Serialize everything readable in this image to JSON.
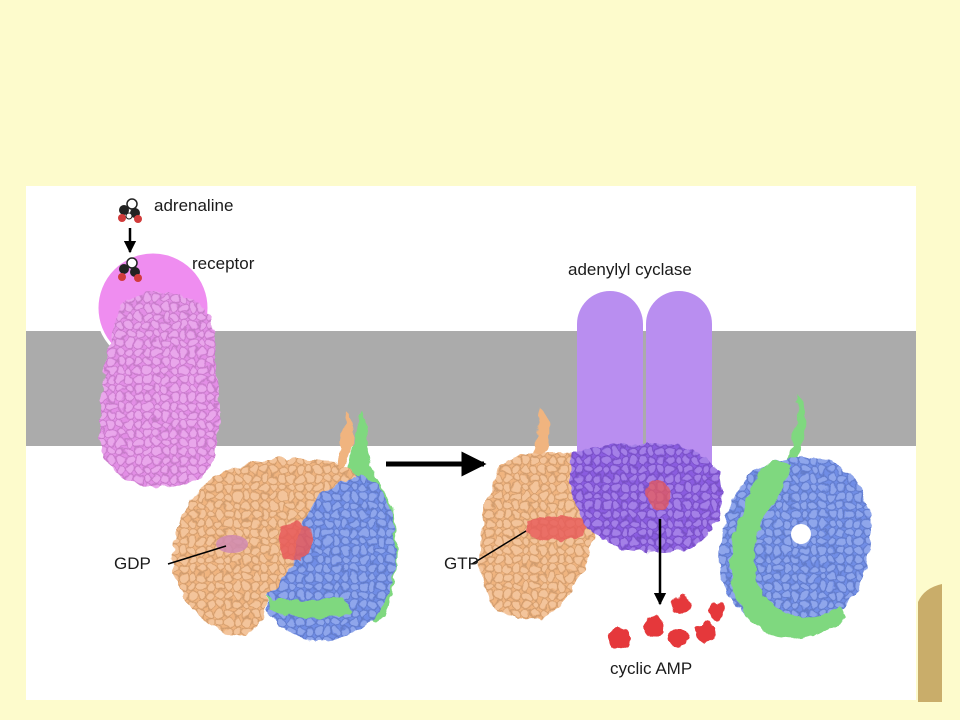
{
  "labels": {
    "adrenaline": "adrenaline",
    "receptor": "receptor",
    "adenylyl_cyclase": "adenylyl cyclase",
    "gdp": "GDP",
    "gtp": "GTP",
    "cyclic_amp": "cyclic AMP"
  },
  "colors": {
    "slide_background": "#fdfbcc",
    "panel_background": "#ffffff",
    "membrane": "#ababab",
    "receptor": "#e38ee6",
    "receptor_outer_domain": "#ef8df0",
    "g_alpha": "#f0b47f",
    "g_beta": "#6f8de6",
    "g_gamma": "#7fd87f",
    "cyclase": "#b98ef0",
    "cyclase_catalytic": "#8a5ce0",
    "nucleotide": "#e85a5a",
    "cyclic_amp": "#e5383a",
    "side_tab": "#c9ad6a"
  }
}
